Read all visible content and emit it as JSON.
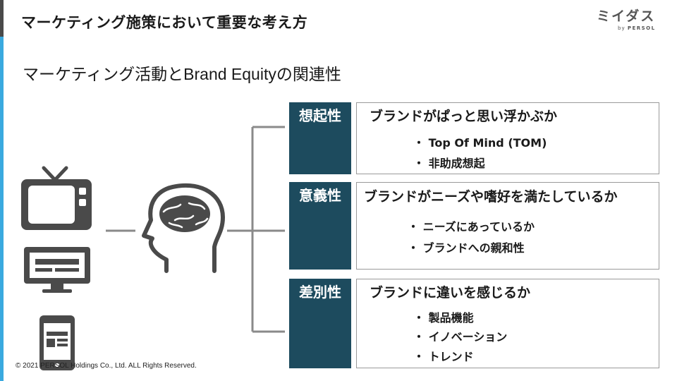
{
  "header": {
    "title": "マーケティング施策において重要な考え方"
  },
  "logo": {
    "main": "ミイダス",
    "sub_by": "by",
    "sub_brand": "PERSOL"
  },
  "slide": {
    "subtitle": "マーケティング活動とBrand Equityの関連性"
  },
  "icons": [
    "tv-icon",
    "desktop-monitor-icon",
    "smartphone-icon",
    "head-brain-icon"
  ],
  "categories": [
    {
      "label": "想起性",
      "heading": "ブランドがぱっと思い浮かぶか",
      "bullets": [
        "・ Top Of Mind (TOM)",
        "・ 非助成想起"
      ]
    },
    {
      "label": "意義性",
      "heading": "ブランドがニーズや嗜好を満たしているか",
      "bullets": [
        "・ ニーズにあっているか",
        "・ ブランドへの親和性"
      ]
    },
    {
      "label": "差別性",
      "heading": "ブランドに違いを感じるか",
      "bullets": [
        "・ 製品機能",
        "・ イノベーション",
        "・ トレンド"
      ]
    }
  ],
  "footer": {
    "copyright": "© 2021 PERSOL Holdings Co., Ltd. ALL Rights Reserved."
  },
  "colors": {
    "accent": "#3aa9df",
    "category_bg": "#1d4b5e",
    "icon": "#4a4a4a",
    "connector": "#8a8a8a"
  }
}
